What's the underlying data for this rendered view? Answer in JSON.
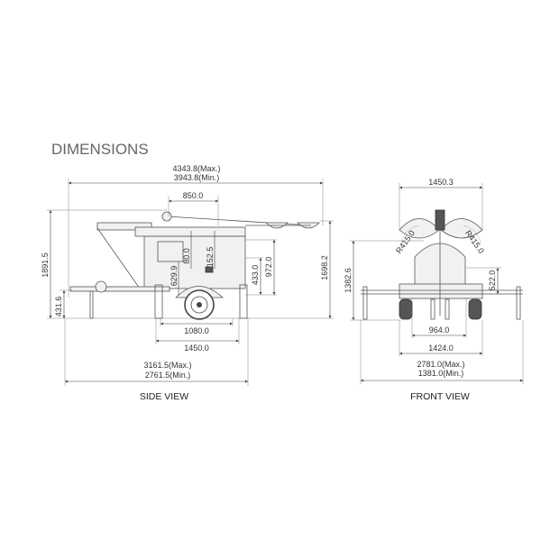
{
  "title": "DIMENSIONS",
  "side_view": {
    "label": "SIDE VIEW",
    "overall_length_max": "4343.8(Max.)",
    "overall_length_min": "3943.8(Min.)",
    "mast_offset": "850.0",
    "overall_height": "1891.5",
    "hitch_height": "431.6",
    "mast_height": "1698.2",
    "dim_972": "972.0",
    "dim_433": "433.0",
    "dim_152": "152.5",
    "dim_80": "80.0",
    "dim_629": "629.9",
    "dim_1080": "1080.0",
    "dim_1450": "1450.0",
    "base_length_max": "3161.5(Max.)",
    "base_length_min": "2761.5(Min.)"
  },
  "front_view": {
    "label": "FRONT VIEW",
    "lamp_width": "1450.3",
    "height": "1382.6",
    "radius_left": "R415.0",
    "radius_right": "R415.0",
    "dim_522": "522.0",
    "track_width": "964.0",
    "axle_width": "1424.0",
    "outrigger_max": "2781.0(Max.)",
    "outrigger_min": "1381.0(Min.)"
  }
}
